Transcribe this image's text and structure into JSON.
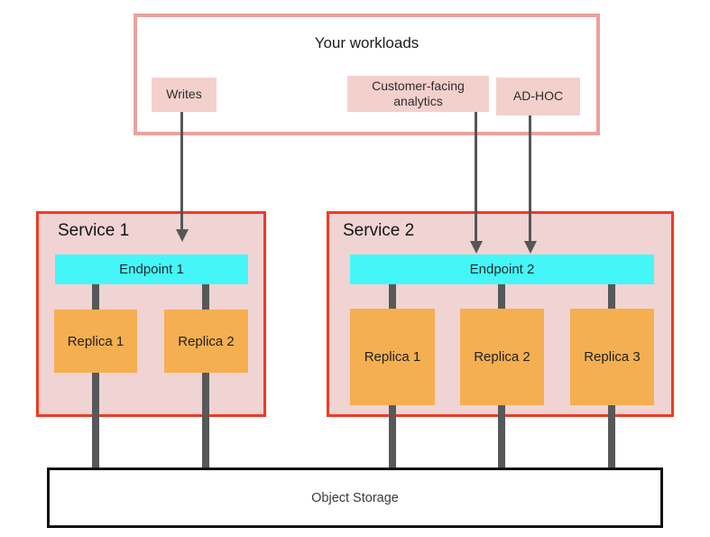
{
  "workloads": {
    "title": "Your workloads",
    "items": [
      {
        "label": "Writes"
      },
      {
        "label": "Customer-facing analytics"
      },
      {
        "label": "AD-HOC"
      }
    ]
  },
  "services": [
    {
      "label": "Service 1",
      "endpoint": "Endpoint 1",
      "replicas": [
        {
          "label": "Replica 1"
        },
        {
          "label": "Replica 2"
        }
      ]
    },
    {
      "label": "Service 2",
      "endpoint": "Endpoint 2",
      "replicas": [
        {
          "label": "Replica 1"
        },
        {
          "label": "Replica 2"
        },
        {
          "label": "Replica 3"
        }
      ]
    }
  ],
  "storage": {
    "label": "Object Storage"
  },
  "colors": {
    "workloads-border": "#e9a29d",
    "workload-item-bg": "#f3d0cb",
    "service-border": "#f23a22",
    "service-bg": "#f0d3d3",
    "endpoint-bg": "#45f6f8",
    "replica-bg": "#f5af50",
    "connector": "#58585a",
    "arrow": "#555658",
    "storage-border": "#111111"
  }
}
